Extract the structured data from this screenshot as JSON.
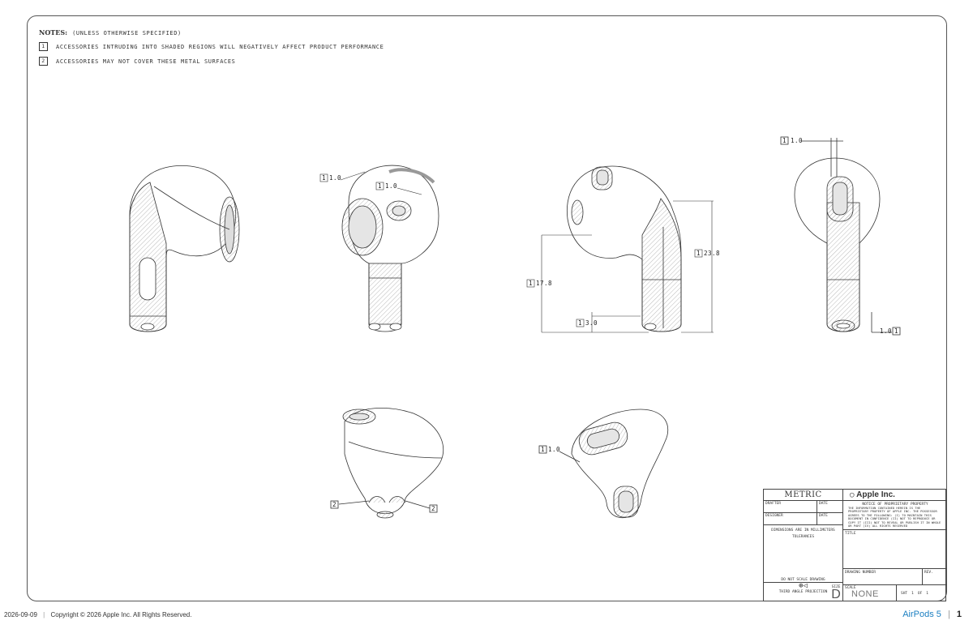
{
  "notes": {
    "heading": "NOTES:",
    "qualifier": "(UNLESS OTHERWISE SPECIFIED)",
    "items": [
      {
        "num": "1",
        "text": "ACCESSORIES INTRUDING INTO SHADED REGIONS WILL NEGATIVELY AFFECT PRODUCT PERFORMANCE"
      },
      {
        "num": "2",
        "text": "ACCESSORIES MAY NOT COVER THESE METAL SURFACES"
      }
    ]
  },
  "dimensions": {
    "side_clearance": "1.0",
    "inner_clearance": "1.0",
    "top_clearance": "1.0",
    "bottom_clearance": "1.0",
    "lower_clearance": "1.0",
    "overall_height": "23.8",
    "stem_height": "17.8",
    "tip_height": "3.0"
  },
  "callouts": {
    "note1": "1",
    "note2": "2"
  },
  "title_block": {
    "units": "METRIC",
    "company": "Apple Inc.",
    "drafter_label": "DRAFTER",
    "designer_label": "DESIGNER",
    "date_label": "DATE",
    "notice_title": "NOTICE OF PROPRIETARY PROPERTY",
    "notice_body": "THE INFORMATION CONTAINED HEREIN IS THE PROPRIETARY PROPERTY OF APPLE INC. THE POSSESSOR AGREES TO THE FOLLOWING: (I) TO MAINTAIN THIS DOCUMENT IN CONFIDENCE (II) NOT TO REPRODUCE OR COPY IT (III) NOT TO REVEAL OR PUBLISH IT IN WHOLE OR PART (IV) ALL RIGHTS RESERVED",
    "dims_note": "DIMENSIONS ARE IN MILLIMETERS",
    "tolerances": "TOLERANCES",
    "title_label": "TITLE",
    "drawing_number_label": "DRAWING NUMBER",
    "rev_label": "REV.",
    "do_not_scale": "DO NOT SCALE DRAWING",
    "projection": "THIRD ANGLE PROJECTION",
    "size_label": "SIZE",
    "size_value": "D",
    "scale_label": "SCALE",
    "scale_value": "NONE",
    "sheet_label": "SHT",
    "sheet_num": "1",
    "of_label": "OF",
    "sheet_total": "1"
  },
  "footer": {
    "date": "2026-09-09",
    "copyright": "Copyright © 2026 Apple Inc. All Rights Reserved.",
    "product": "AirPods 5",
    "page": "1"
  },
  "colors": {
    "line": "#333333",
    "hatch": "#9a9a9a",
    "accent": "#1b7fc1"
  }
}
